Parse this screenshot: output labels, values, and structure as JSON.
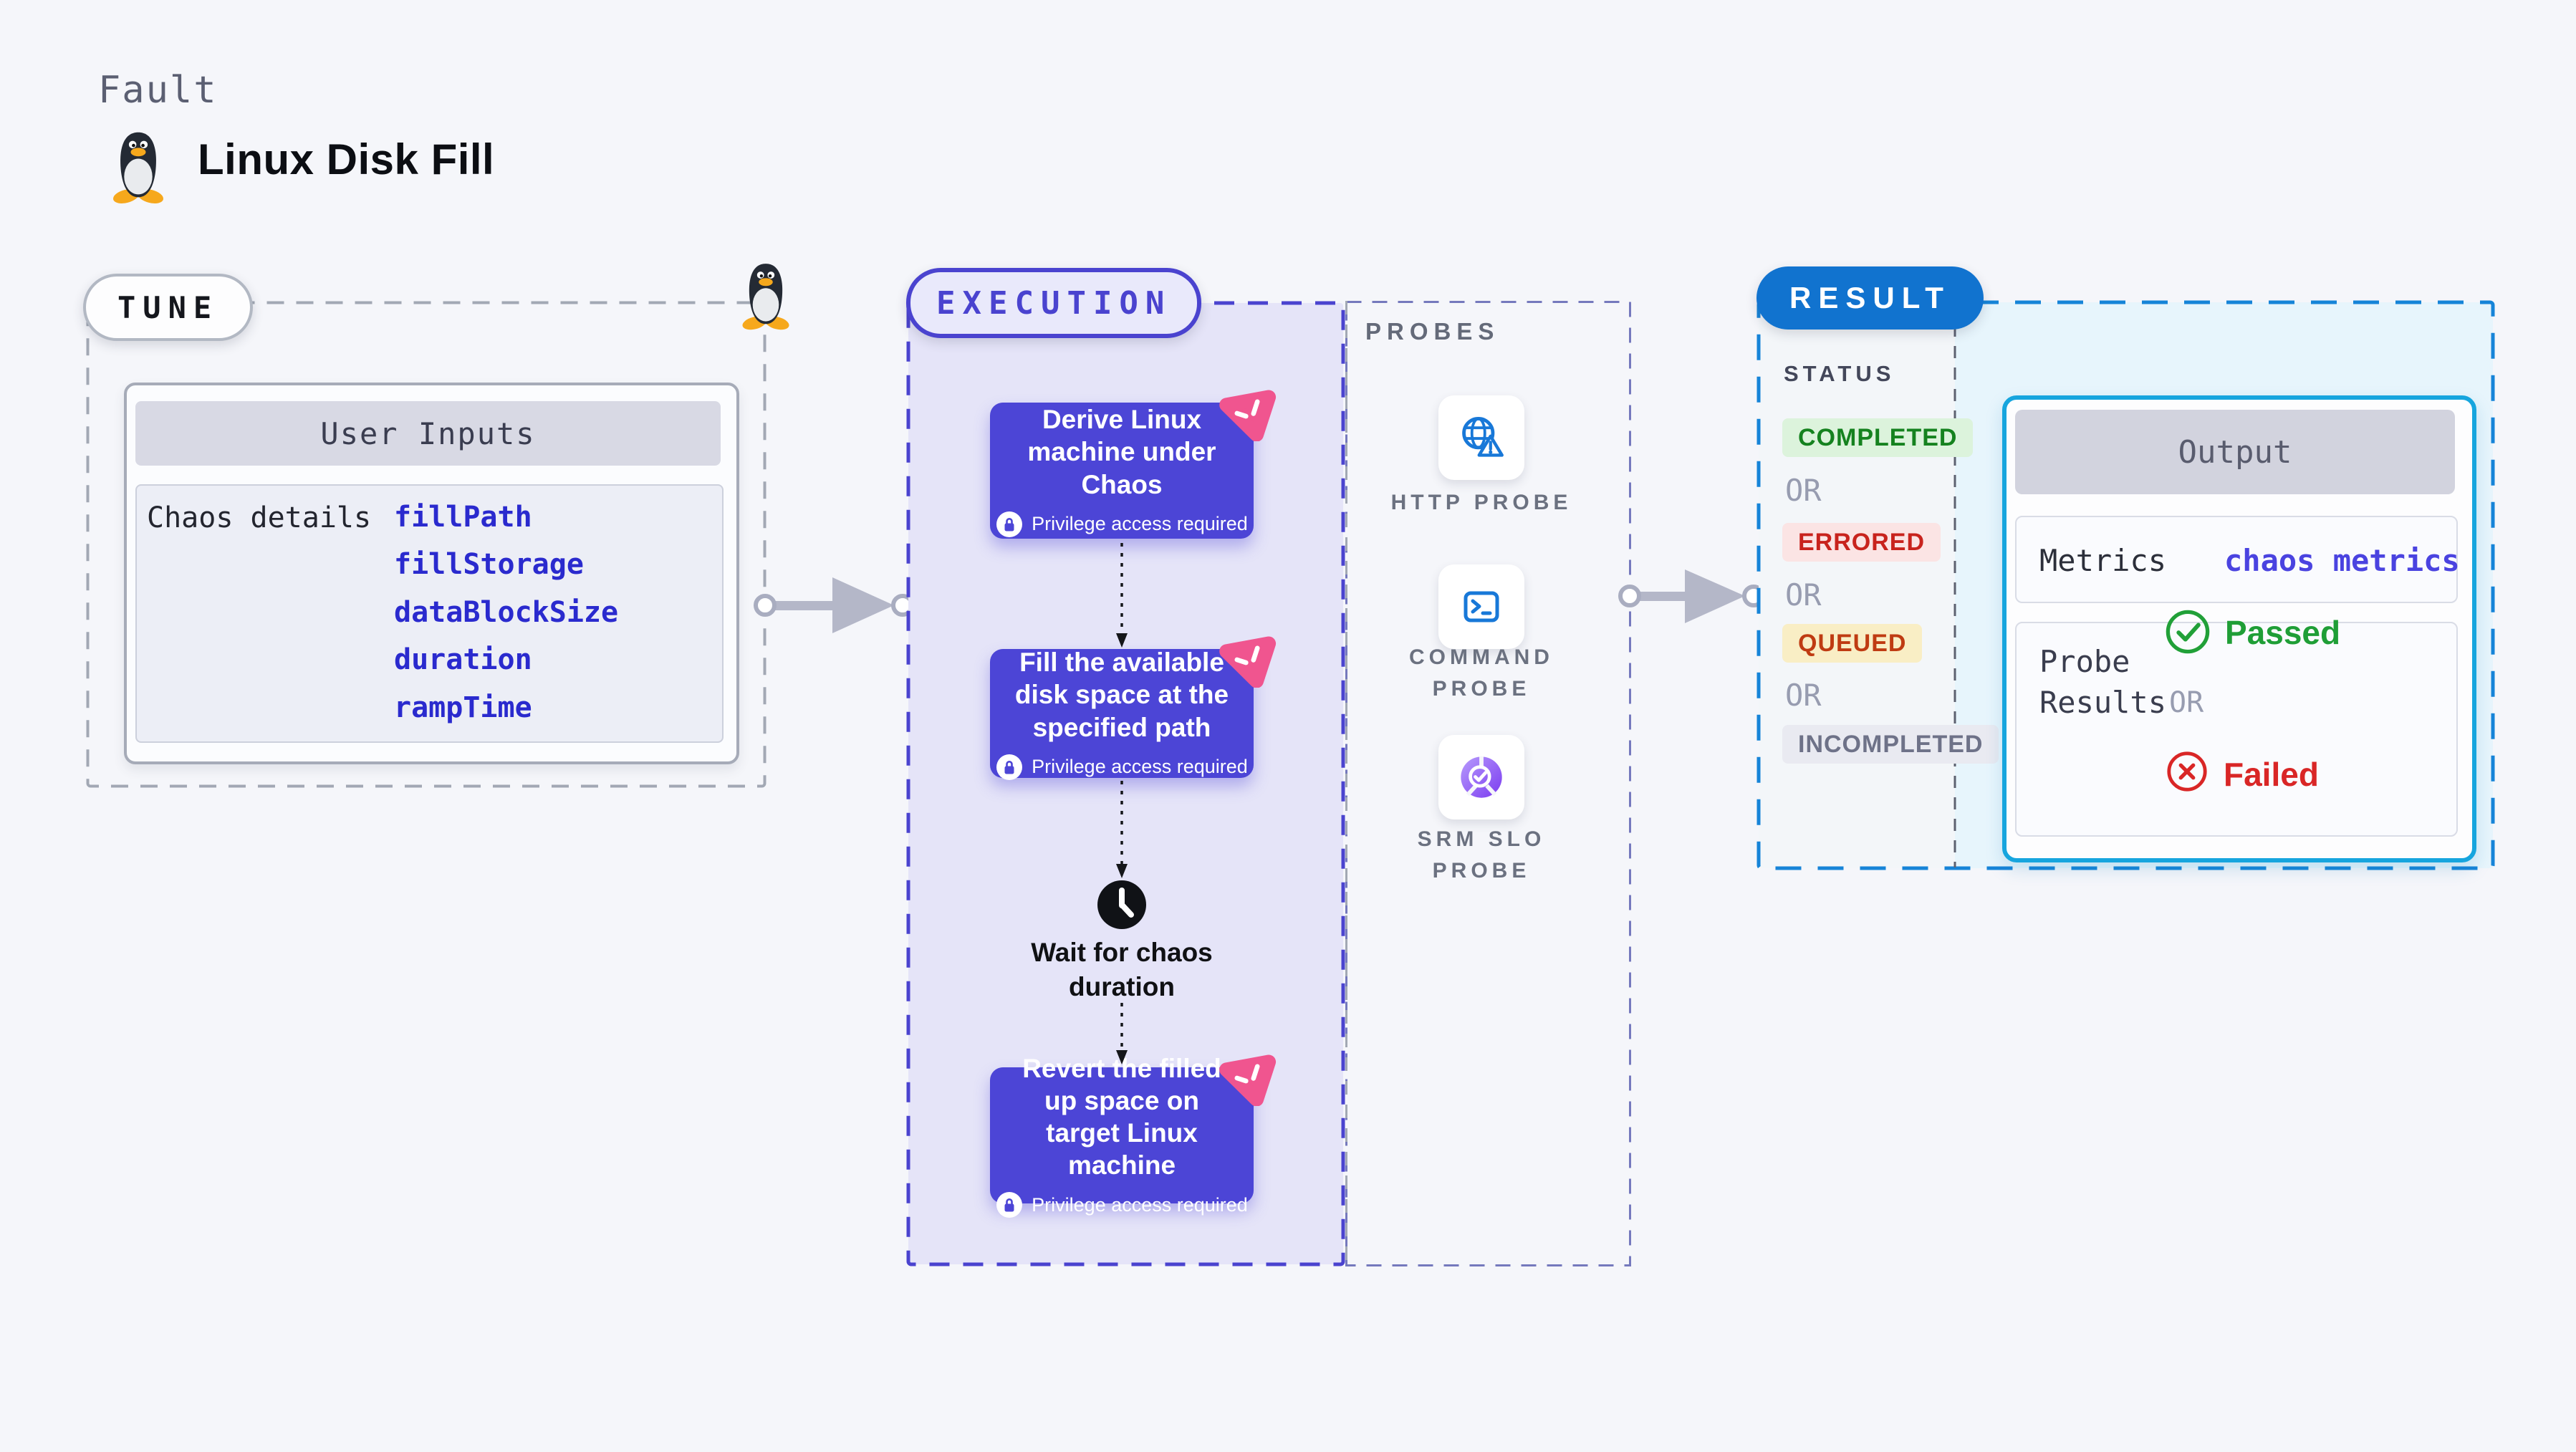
{
  "header": {
    "eyebrow": "Fault",
    "title": "Linux Disk Fill",
    "logo_icon": "tux-icon"
  },
  "tune": {
    "label": "TUNE",
    "corner_icon": "tux-icon",
    "card_title": "User Inputs",
    "row_label": "Chaos details",
    "params": [
      "fillPath",
      "fillStorage",
      "dataBlockSize",
      "duration",
      "rampTime"
    ]
  },
  "execution": {
    "label": "EXECUTION",
    "steps": [
      {
        "title": "Derive Linux machine under Chaos",
        "badge": "Privilege access required",
        "badge_icon": "lock-icon",
        "corner_icon": "chaos-scenario-icon"
      },
      {
        "title": "Fill the available disk space at the specified path",
        "badge": "Privilege access required",
        "badge_icon": "lock-icon",
        "corner_icon": "chaos-scenario-icon"
      },
      {
        "title": "Revert the filled up space on target Linux machine",
        "badge": "Privilege access required",
        "badge_icon": "lock-icon",
        "corner_icon": "chaos-scenario-icon"
      }
    ],
    "wait_step": {
      "icon": "clock-icon",
      "label": "Wait for chaos\nduration"
    }
  },
  "probes": {
    "label": "PROBES",
    "items": [
      {
        "label": "HTTP PROBE",
        "icon": "globe-alert-icon"
      },
      {
        "label": "COMMAND\nPROBE",
        "icon": "terminal-icon"
      },
      {
        "label": "SRM SLO\nPROBE",
        "icon": "slo-donut-icon"
      }
    ]
  },
  "result": {
    "label": "RESULT",
    "status_heading": "STATUS",
    "or": "OR",
    "statuses": [
      {
        "text": "COMPLETED",
        "fg": "#15821f",
        "bg": "#dcf3dc"
      },
      {
        "text": "ERRORED",
        "fg": "#c8231d",
        "bg": "#fbe4e4"
      },
      {
        "text": "QUEUED",
        "fg": "#bf3b12",
        "bg": "#f9eec5"
      },
      {
        "text": "INCOMPLETED",
        "fg": "#6e7288",
        "bg": "#e9eaf1"
      }
    ],
    "output": {
      "title": "Output",
      "metrics_label": "Metrics",
      "metrics_value": "chaos metrics",
      "probe_results_label": "Probe\nResults",
      "passed": "Passed",
      "passed_icon": "check-circle-icon",
      "or": "OR",
      "failed": "Failed",
      "failed_icon": "x-circle-icon"
    }
  },
  "colors": {
    "page_bg": "#f5f6fa",
    "accent_indigo": "#4a43cf",
    "step_card": "#4c45d6",
    "execution_fill": "#e5e4f8",
    "result_pill_blue": "#1173cf",
    "result_border_blue": "#1684d8",
    "result_fill_cyan": "#e7f5fc",
    "link_indigo": "#4a43e0",
    "passed_green": "#1f9e36",
    "failed_red": "#d92626",
    "chaos_pink": "#f0558f",
    "probe_icon_blue": "#1878d8"
  }
}
